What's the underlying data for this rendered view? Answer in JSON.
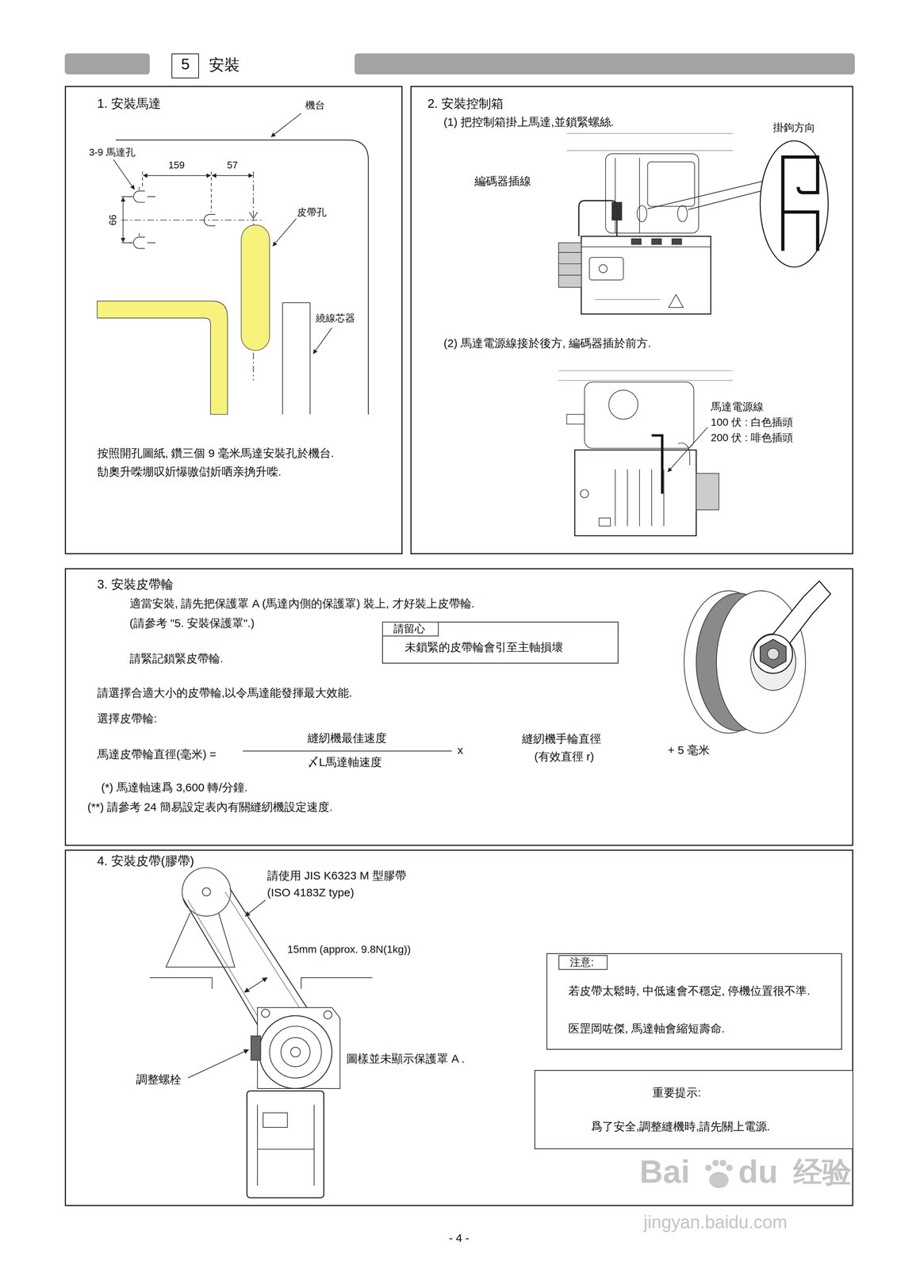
{
  "diagram": {
    "title": "安裝",
    "nodes": [
      {
        "text": [
          "5"
        ]
      },
      {
        "text": [
          "1. 安裝馬達",
          "按照開孔圖紙, 鑽三個 9 毫米馬達安裝孔於機台.",
          "勂奧升喍堋叹妡懪嗷傠妡哂亲捔升喍."
        ]
      },
      {
        "text": [
          "2. 安裝控制箱",
          "(1) 把控制箱掛上馬達,並鎖緊螺絲.",
          "(2) 馬達電源線接於後方, 編碼器插於前方."
        ]
      },
      {
        "text": [
          "3. 安裝皮帶輪",
          "適當安裝, 請先把保護罩 A (馬達內側的保護罩) 裝上, 才好裝上皮帶輪.",
          "(請參考 \"5. 安裝保護罩\".)",
          "請緊記鎖緊皮帶輪.",
          "請選擇合適大小的皮帶輪,以令馬達能發揮最大效能.",
          "選擇皮帶輪:",
          "(*) 馬達軸速爲 3,600 轉/分鐘.",
          "(**) 請參考 24 簡易設定表內有關縫紉機設定速度."
        ]
      },
      {
        "text": [
          "請留心",
          "未鎖緊的皮帶輪會引至主軸損壞"
        ],
        "in": 3
      },
      {
        "text": [
          "4. 安裝皮帶(膠帶)"
        ]
      },
      {
        "text": [
          "注意:",
          "若皮帶太鬆時, 中低速會不穩定, 停機位置很不準.",
          "医罡岡咗傑, 馬達軸會縮短壽命."
        ],
        "in": 5
      },
      {
        "text": [
          "重要提示:",
          "爲了安全,調整縫機時,請先關上電源."
        ],
        "in": 5
      }
    ],
    "labels": [
      "機台",
      "3-9 馬達孔",
      "159",
      "57",
      "66",
      "皮帶孔",
      "繞線芯器",
      "編碼器插線",
      "掛鉤方向",
      "馬達電源線",
      "100 伏 : 白色插頭",
      "200 伏 : 啡色插頭",
      "馬達皮帶輪直徑(毫米) =",
      "縫紉機最佳速度",
      "〆L馬達軸速度",
      "x",
      "縫紉機手輪直徑",
      "(有效直徑 r)",
      "+ 5 毫米",
      "請使用 JIS K6323 M 型膠帶",
      "(ISO 4183Z type)",
      "15mm (approx. 9.8N(1kg))",
      "圖樣並未顯示保護罩 A .",
      "調整螺栓",
      "- 4 -",
      "Bai",
      "du",
      "经验",
      "jingyan.baidu.com"
    ]
  }
}
